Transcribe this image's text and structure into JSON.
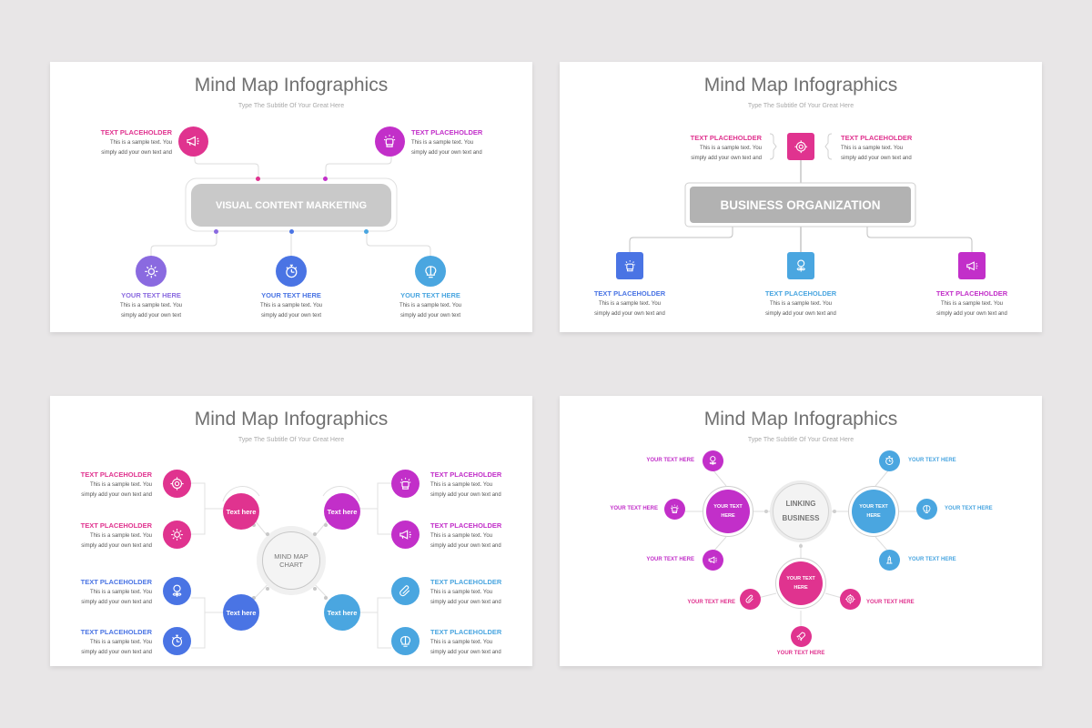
{
  "colors": {
    "background": "#e8e6e7",
    "pink": "#e0338f",
    "magenta": "#c22fc9",
    "purple": "#8a6ae0",
    "blue": "#4a74e4",
    "lightblue": "#4aa6e0",
    "grey_box": "#c9c9c9",
    "title": "#707070"
  },
  "slides": [
    {
      "title": "Mind Map Infographics",
      "subtitle": "Type The Subtitle Of Your Great Here",
      "center_label": "VISUAL CONTENT MARKETING",
      "top_items": [
        {
          "heading": "TEXT PLACEHOLDER",
          "line1": "This is a sample text. You",
          "line2": "simply add your own text and",
          "icon": "megaphone-icon"
        },
        {
          "heading": "TEXT PLACEHOLDER",
          "line1": "This is a sample text. You",
          "line2": "simply add your own text and",
          "icon": "fist-icon"
        }
      ],
      "bottom_items": [
        {
          "heading": "YOUR TEXT HERE",
          "line1": "This is a sample text. You",
          "line2": "simply add your own text",
          "icon": "gear-icon"
        },
        {
          "heading": "YOUR TEXT HERE",
          "line1": "This is a sample text. You",
          "line2": "simply add your own text",
          "icon": "stopwatch-icon"
        },
        {
          "heading": "YOUR TEXT HERE",
          "line1": "This is a sample text. You",
          "line2": "simply add your own text",
          "icon": "brain-icon"
        }
      ]
    },
    {
      "title": "Mind Map Infographics",
      "subtitle": "Type The Subtitle Of Your Great Here",
      "center_label": "BUSINESS ORGANIZATION",
      "top_icon": "target-icon",
      "top_items": [
        {
          "heading": "TEXT PLACEHOLDER",
          "line1": "This is a sample text. You",
          "line2": "simply add your own text and"
        },
        {
          "heading": "TEXT PLACEHOLDER",
          "line1": "This is a sample text. You",
          "line2": "simply add your own text and"
        }
      ],
      "bottom_items": [
        {
          "heading": "TEXT PLACEHOLDER",
          "line1": "This is a sample text. You",
          "line2": "simply add your own text and",
          "icon": "fist-icon"
        },
        {
          "heading": "TEXT PLACEHOLDER",
          "line1": "This is a sample text. You",
          "line2": "simply add your own text and",
          "icon": "money-plant-icon"
        },
        {
          "heading": "TEXT PLACEHOLDER",
          "line1": "This is a sample text. You",
          "line2": "simply add your own text and",
          "icon": "megaphone-icon"
        }
      ]
    },
    {
      "title": "Mind Map Infographics",
      "subtitle": "Type The Subtitle Of Your Great Here",
      "center_label_1": "MIND MAP",
      "center_label_2": "CHART",
      "branches": [
        {
          "label": "Text here"
        },
        {
          "label": "Text here"
        },
        {
          "label": "Text here"
        },
        {
          "label": "Text here"
        }
      ],
      "left_items": [
        {
          "heading": "TEXT PLACEHOLDER",
          "line1": "This is a sample text. You",
          "line2": "simply add your own text and",
          "icon": "target-icon"
        },
        {
          "heading": "TEXT PLACEHOLDER",
          "line1": "This is a sample text. You",
          "line2": "simply add your own text and",
          "icon": "gear-icon"
        },
        {
          "heading": "TEXT PLACEHOLDER",
          "line1": "This is a sample text. You",
          "line2": "simply add your own text and",
          "icon": "money-plant-icon"
        },
        {
          "heading": "TEXT PLACEHOLDER",
          "line1": "This is a sample text. You",
          "line2": "simply add your own text and",
          "icon": "stopwatch-icon"
        }
      ],
      "right_items": [
        {
          "heading": "TEXT PLACEHOLDER",
          "line1": "This is a sample text. You",
          "line2": "simply add your own text and",
          "icon": "fist-icon"
        },
        {
          "heading": "TEXT PLACEHOLDER",
          "line1": "This is a sample text. You",
          "line2": "simply add your own text and",
          "icon": "megaphone-icon"
        },
        {
          "heading": "TEXT PLACEHOLDER",
          "line1": "This is a sample text. You",
          "line2": "simply add your own text and",
          "icon": "paperclip-icon"
        },
        {
          "heading": "TEXT PLACEHOLDER",
          "line1": "This is a sample text. You",
          "line2": "simply add your own text and",
          "icon": "brain-icon"
        }
      ]
    },
    {
      "title": "Mind Map Infographics",
      "subtitle": "Type The Subtitle Of Your Great Here",
      "center_label_1": "LINKING",
      "center_label_2": "BUSINESS",
      "hubs": [
        {
          "line1": "YOUR TEXT",
          "line2": "HERE"
        },
        {
          "line1": "YOUR TEXT",
          "line2": "HERE"
        },
        {
          "line1": "YOUR TEXT",
          "line2": "HERE"
        }
      ],
      "leaves": [
        {
          "label": "YOUR TEXT HERE",
          "icon": "money-plant-icon"
        },
        {
          "label": "YOUR TEXT HERE",
          "icon": "fist-icon"
        },
        {
          "label": "YOUR TEXT HERE",
          "icon": "megaphone-icon"
        },
        {
          "label": "YOUR TEXT HERE",
          "icon": "stopwatch-icon"
        },
        {
          "label": "YOUR TEXT HERE",
          "icon": "brain-icon"
        },
        {
          "label": "YOUR TEXT HERE",
          "icon": "lighthouse-icon"
        },
        {
          "label": "YOUR TEXT HERE",
          "icon": "paperclip-icon"
        },
        {
          "label": "YOUR TEXT HERE",
          "icon": "target-icon"
        },
        {
          "label": "YOUR TEXT HERE",
          "icon": "rocket-icon"
        }
      ]
    }
  ]
}
